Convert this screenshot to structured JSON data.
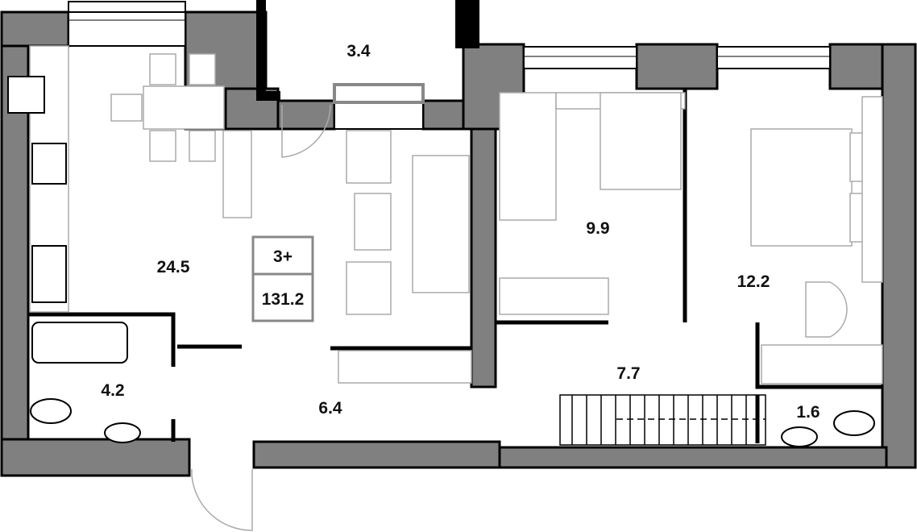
{
  "apartment": {
    "rooms_label": "3+",
    "total_area": "131.2",
    "rooms": [
      {
        "name": "balcony",
        "area": "3.4"
      },
      {
        "name": "kitchen-living",
        "area": "24.5"
      },
      {
        "name": "bathroom",
        "area": "4.2"
      },
      {
        "name": "hallway",
        "area": "6.4"
      },
      {
        "name": "bedroom-small",
        "area": "9.9"
      },
      {
        "name": "corridor",
        "area": "7.7"
      },
      {
        "name": "bedroom-large",
        "area": "12.2"
      },
      {
        "name": "wc",
        "area": "1.6"
      }
    ]
  },
  "colors": {
    "wall": "#808080",
    "outline": "#000000",
    "furniture": "#aaaaaa"
  }
}
